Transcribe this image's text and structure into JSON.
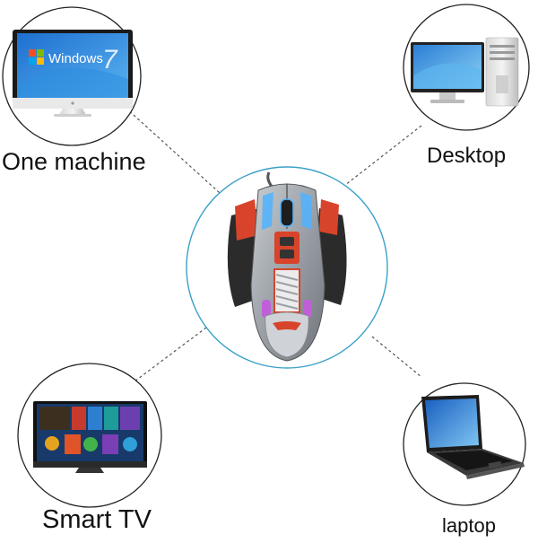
{
  "devices": {
    "top_left": {
      "label": "One machine",
      "icon": "all-in-one-pc-icon",
      "screen_text": "Windows",
      "screen_badge": "7"
    },
    "top_right": {
      "label": "Desktop",
      "icon": "desktop-computer-icon"
    },
    "bottom_left": {
      "label": "Smart TV",
      "icon": "smart-tv-icon"
    },
    "bottom_right": {
      "label": "laptop",
      "icon": "laptop-icon"
    }
  },
  "center": {
    "icon": "gaming-mouse-icon"
  },
  "colors": {
    "ring_center": "#3aa0c8",
    "ring_device": "#222222",
    "connector": "#555555",
    "mouse_body": "#9aa0a6",
    "mouse_accent": "#d8442b",
    "mouse_glow": "#4fb3ff"
  }
}
